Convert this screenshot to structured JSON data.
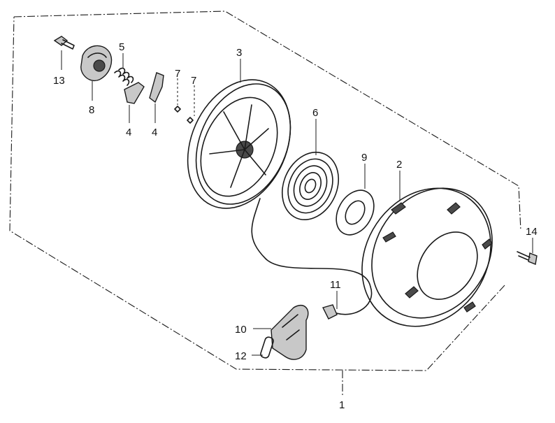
{
  "diagram": {
    "callouts": {
      "c1": "1",
      "c2": "2",
      "c3": "3",
      "c4a": "4",
      "c4b": "4",
      "c5": "5",
      "c6": "6",
      "c7a": "7",
      "c7b": "7",
      "c8": "8",
      "c9": "9",
      "c10": "10",
      "c11": "11",
      "c12": "12",
      "c13": "13",
      "c14": "14"
    }
  }
}
